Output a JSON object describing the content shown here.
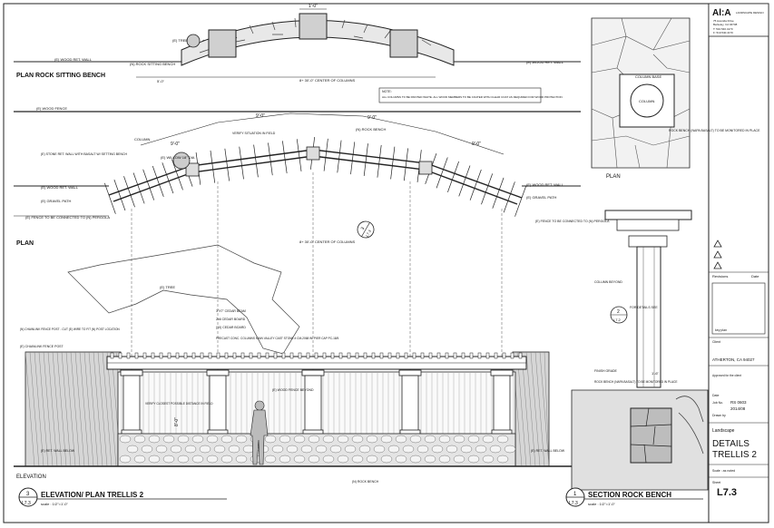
{
  "plan_bench": {
    "title": "PLAN ROCK SITTING BENCH",
    "dim_top": "1'-0\"",
    "dim_bottom": "5'-0\"",
    "tree_label": "(E) TREE",
    "wall_left": "(E) WOOD RET. WALL",
    "wall_right": "(E) WOOD RET. WALL",
    "bench_label": "(N) ROCK SITTING BENCH",
    "columns_dim": "8+ 30'-0\" CENTER OF COLUMNS",
    "note_heading": "NOTE:",
    "note_text": "ALL COLUMNS TO BE PAINTED WHITE. ALL WOOD MEMBERS TO BE COATED WITH CLEAR COAT AS REQUIRED FOR WOOD PROTECTION"
  },
  "plan_trellis": {
    "title": "PLAN",
    "fence": "(E) WOOD FENCE",
    "dim_a": "9'-0\"",
    "dim_b": "9'-0\"",
    "dim_c": "9'-0\"",
    "dim_d": "9'-0\"",
    "column": "COLUMN",
    "stone_wall": "(E) STONE RET. WALL WITH BASALT W/ SETTING BENCH",
    "willow": "(E) WILLOW 18\" DIA",
    "verify": "VERIFY SITUATION IN FIELD",
    "rock_bench": "(N) ROCK BENCH",
    "wood_wall_l": "(E) WOOD RET. WALL",
    "wood_wall_r": "(E) WOOD RET. WALL",
    "gravel_l": "(E) GRAVEL PATH",
    "gravel_r": "(E) GRAVEL PATH",
    "fence_conn_l": "(E) FENCE TO BE CONNECTED TO (N) PERGOLA",
    "fence_conn_r": "(E) FENCE TO BE CONNECTED TO (N) PERGOLA",
    "center_dim": "8+ 30'-0\" CENTER OF COLUMNS",
    "callout_num": "3",
    "callout_sheet": "L7.3"
  },
  "elevation": {
    "title": "ELEVATION",
    "tree": "(E) TREE",
    "beam": "3\"X7\" CEDAR BEAM",
    "board1": "2x6 CEDAR BOARD",
    "board2": "(10) CEDAR BOARD",
    "column_spec": "PRECAST CONC. COLUMNS MAIN VALLEY CAST STONE # CM-2068 W/ PIER CAP PC-18/5",
    "chainlink": "(N) CHAINLINK FENCE POST - CUT (E) WIRE TO FIT (N) POST LOCATION",
    "chainlink_post": "(E) CHAINLINK FENCE POST",
    "verify_closest": "VERIFY CLOSEST POSSIBLE DISTANCE IN FIELD",
    "fence_behind": "(E) WOOD FENCE BEYOND",
    "height_dim": "8'-0\"",
    "wall_below_l": "(E) RET. WALL BELOW",
    "wall_below_r": "(E) RET. WALL BELOW",
    "rock_bench": "(N) ROCK BENCH"
  },
  "detail_plan": {
    "column_base": "COLUMN BASE",
    "column": "COLUMN",
    "rock_bench": "ROCK BENCH (NAPA BASALT) TO BE MONITORED IN PLACE",
    "title": "PLAN"
  },
  "section": {
    "column_beyond": "COLUMN BEYOND",
    "for_details": "FOR DETAILS SEE",
    "callout_num": "2",
    "callout_sheet": "L7.2",
    "finish_grade": "FINISH GRADE",
    "rock_bench": "ROCK BENCH (NAPA BASALT) TO BE MONITORED IN PLACE",
    "dim": "1'-6\""
  },
  "footer": {
    "elev_num": "3",
    "elev_sheet": "L7.3",
    "elev_title": "ELEVATION/ PLAN TRELLIS 2",
    "elev_scale": "scale : 1/2\"=1'-0\"",
    "sect_num": "1",
    "sect_sheet": "L7.3",
    "sect_title": "SECTION ROCK BENCH",
    "sect_scale": "scale : 1/2\"=1'-0\""
  },
  "title_block": {
    "logo": "Al:A",
    "firm": "LANDSCAPE DESIGN",
    "addr1": "75 Avenida Drive",
    "addr2": "Berkeley, CA 94708",
    "phone": "T: 510.540.4170",
    "fax": "F: 510.540.4170",
    "revisions": "Revisions",
    "date": "Date",
    "key_plan": "key plan",
    "client_label": "Client",
    "client": "ATHERTON, CA 94027",
    "approved": "Approved for the client",
    "date_label": "Date",
    "job_label": "Job No.",
    "job": "RS 0603",
    "date_val": "2014/08",
    "drawn_label": "Drawn by",
    "discipline": "Landscape",
    "sheet_title1": "DETAILS",
    "sheet_title2": "TRELLIS 2",
    "scale": "Scale : as noted",
    "sheet_label": "Sheet",
    "sheet_num": "L7.3"
  }
}
